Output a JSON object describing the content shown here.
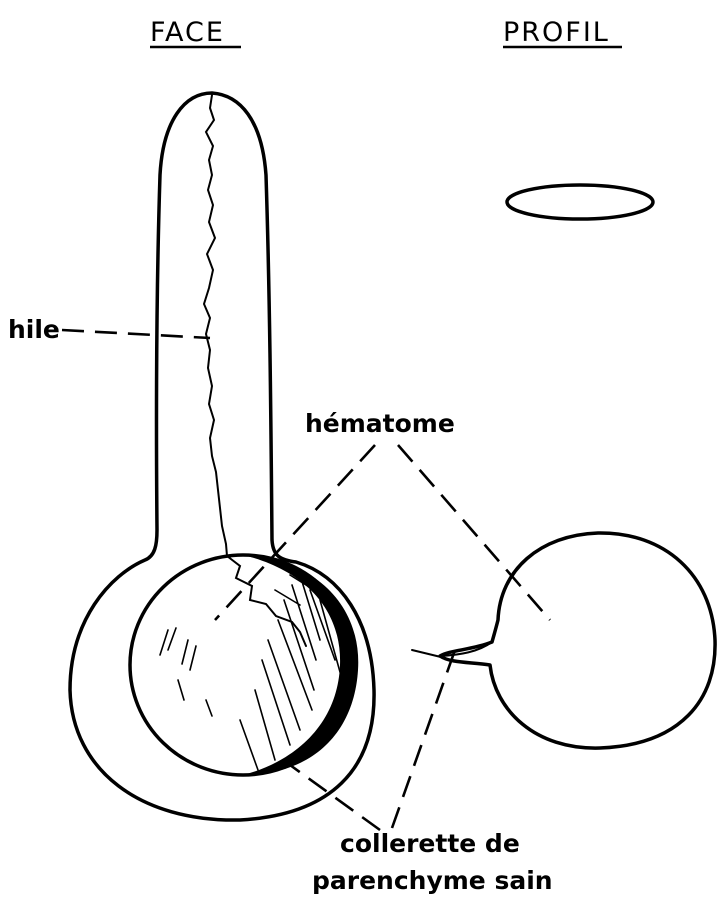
{
  "headings": {
    "face": "FACE",
    "profil": "PROFIL"
  },
  "labels": {
    "hile": "hile",
    "hematome": "hématome",
    "collerette_line1": "collerette de",
    "collerette_line2": "parenchyme sain"
  }
}
